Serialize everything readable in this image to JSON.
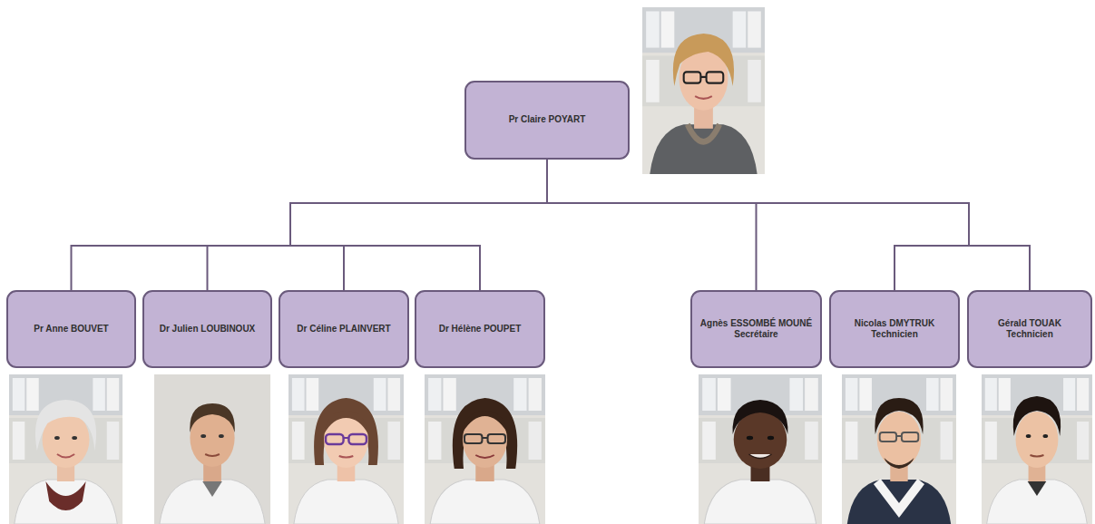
{
  "diagram": {
    "nodes": [
      {
        "text": [
          "Pr Claire POYART"
        ]
      },
      {
        "text": [
          "Pr Anne BOUVET"
        ]
      },
      {
        "text": [
          "Dr Julien LOUBINOUX"
        ]
      },
      {
        "text": [
          "Dr Céline PLAINVERT"
        ]
      },
      {
        "text": [
          "Dr Hélène POUPET"
        ]
      },
      {
        "text": [
          "Agnès ESSOMBÉ MOUNÉ Secrétaire"
        ]
      },
      {
        "text": [
          "Nicolas DMYTRUK Technicien"
        ]
      },
      {
        "text": [
          "Gérald TOUAK Technicien"
        ]
      }
    ],
    "edges": [
      {
        "from": 0,
        "to": 1,
        "arrow": "none"
      },
      {
        "from": 0,
        "to": 2,
        "arrow": "none"
      },
      {
        "from": 0,
        "to": 3,
        "arrow": "none"
      },
      {
        "from": 0,
        "to": 4,
        "arrow": "none"
      },
      {
        "from": 0,
        "to": 5,
        "arrow": "none"
      },
      {
        "from": 0,
        "to": 6,
        "arrow": "none"
      },
      {
        "from": 0,
        "to": 7,
        "arrow": "none"
      }
    ]
  }
}
